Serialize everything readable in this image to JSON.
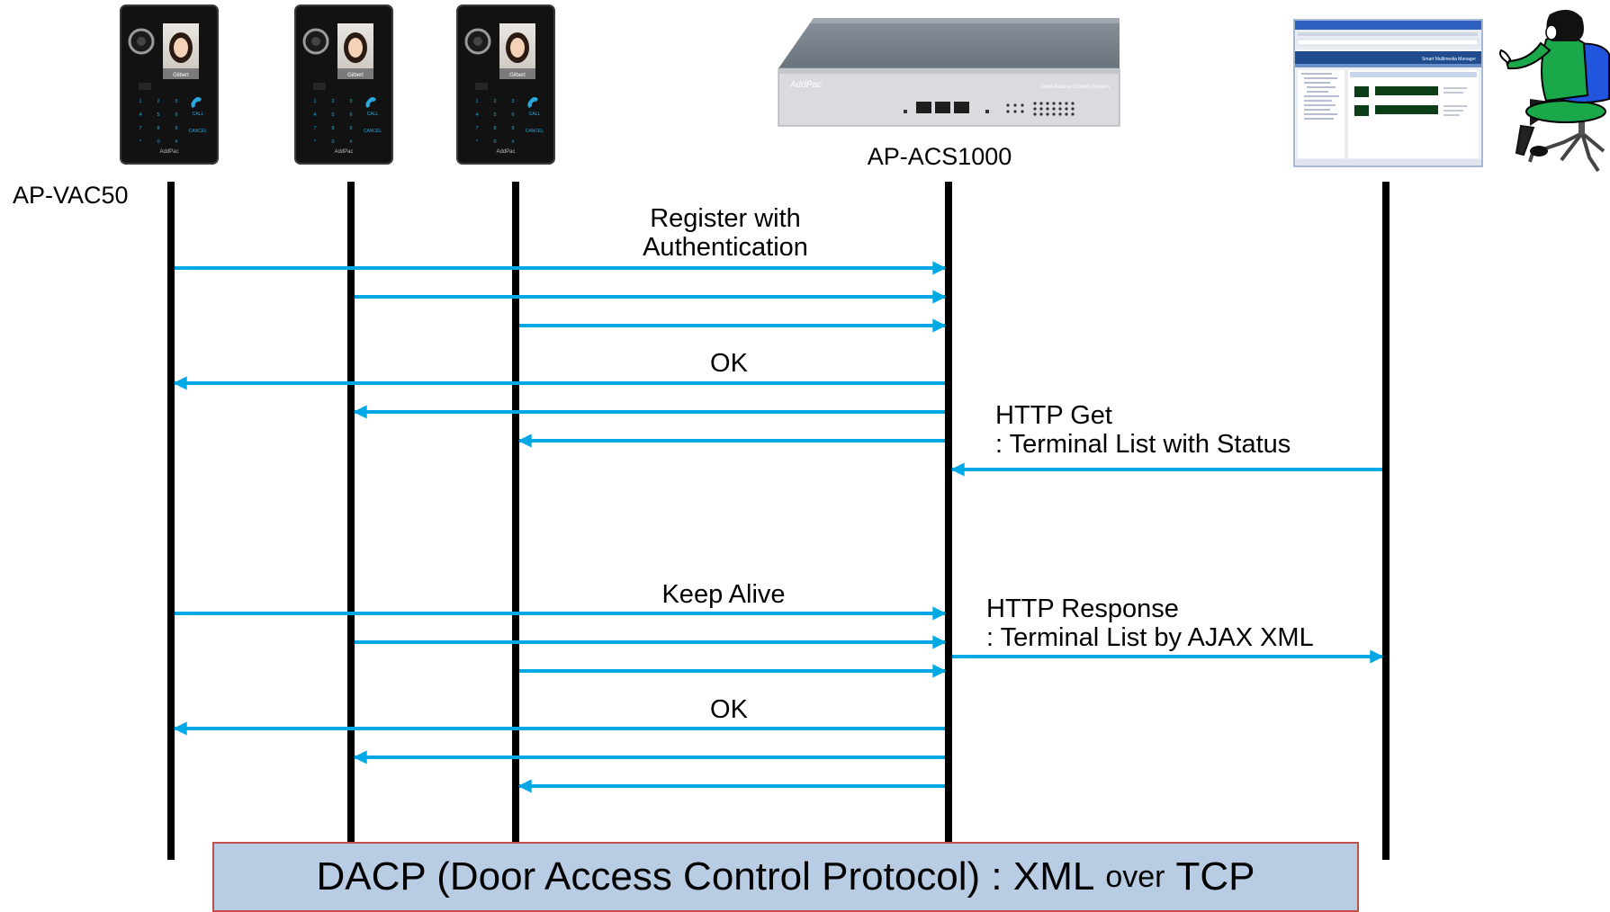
{
  "labels": {
    "terminal": "AP-VAC50",
    "controller": "AP-ACS1000"
  },
  "devices": {
    "terminal_screen_name": "Gilbert",
    "terminal_keys": [
      "1",
      "2",
      "3",
      "4",
      "5",
      "6",
      "7",
      "8",
      "9",
      "*",
      "0",
      "#"
    ],
    "terminal_call": "CALL",
    "terminal_cancel": "CANCEL",
    "terminal_brand": "AddPac",
    "controller_brand": "AddPac",
    "controller_product": "Door Access Control System",
    "monitor_app_title": "Smart Multimedia Manager"
  },
  "messages": {
    "register_line1": "Register with",
    "register_line2": "Authentication",
    "ok_1": "OK",
    "http_get_line1": "HTTP Get",
    "http_get_line2": ": Terminal List with Status",
    "keep_alive": "Keep Alive",
    "http_resp_line1": "HTTP Response",
    "http_resp_line2": ": Terminal List by AJAX XML",
    "ok_2": "OK"
  },
  "banner": {
    "part1": "DACP (Door Access Control Protocol) : XML",
    "part2": "over",
    "part3": "TCP"
  },
  "colors": {
    "arrow": "#00a9e6",
    "lifeline": "#000000",
    "banner_fill": "#b8cce4",
    "banner_border": "#c0504d",
    "device_body": "#121212",
    "controller_body": "#5f6771",
    "operator_jacket": "#1aa84a",
    "chair_seat": "#2255dd"
  }
}
